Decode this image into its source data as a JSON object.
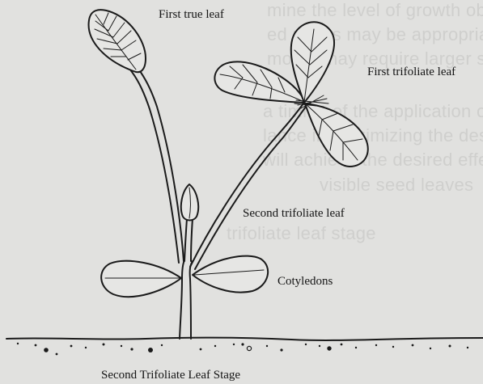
{
  "figure": {
    "labels": {
      "first_true_leaf": "First true leaf",
      "first_trifoliate_leaf": "First trifoliate leaf",
      "second_trifoliate_leaf": "Second trifoliate leaf",
      "cotyledons": "Cotyledons"
    },
    "caption": "Second Trifoliate Leaf Stage"
  },
  "show_through_text": [
    "mine the level of growth obtained at the meadow",
    "ed plants may be appropriate. Under conditions",
    "mount may require larger samples.",
    "a timing of the application of an agrochemical?",
    "lance in maximizing the desired effect on the f",
    "will achieve the desired effect from the agroch",
    "visible seed leaves",
    "trifoliate leaf stage"
  ],
  "colors": {
    "background": "#e1e1df",
    "ink": "#1a1a1a",
    "bleed": "#cfcfcd"
  }
}
